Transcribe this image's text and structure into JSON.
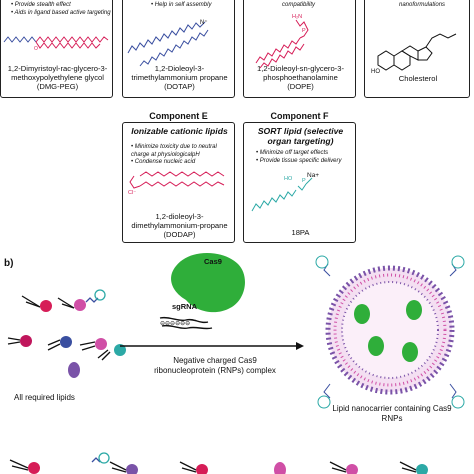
{
  "panel_a": {
    "box1": {
      "bullets": [
        "Provide stealth effect",
        "Aids in  ligand based active targeting"
      ],
      "name": "1,2-Dimyristoyl-rac-glycero-3-methoxypolyethylene glycol",
      "abbr": "(DMG-PEG)"
    },
    "box2": {
      "bullets": [
        "Help in self assembly"
      ],
      "name": "1,2-Dioleoyl-3-trimethylammonium propane",
      "abbr": "(DOTAP)"
    },
    "box3": {
      "bullets": [
        "compatibility"
      ],
      "name": "1,2-Dioleoyl-sn-glycero-3-phosphoethanolamine",
      "abbr": "(DOPE)"
    },
    "box4": {
      "bullets": [
        "nanoformulations"
      ],
      "name": "Cholesterol"
    },
    "compE": {
      "header": "Component E",
      "subtitle": "Ionizable cationic lipids",
      "bullets": [
        "Minimize toxicity due to neutral charge at physiologicalpH",
        "Condense nucleic acid"
      ],
      "name": "1,2-dioleoyl-3-dimethylammonium-propane",
      "abbr": "(DODAP)"
    },
    "compF": {
      "header": "Component F",
      "subtitle": "SORT lipid (selective organ targeting)",
      "bullets": [
        "Minimize off target effects",
        "Provide tissue specific delivery"
      ],
      "chem": "Na+",
      "name": "18PA"
    }
  },
  "panel_b": {
    "label": "b)",
    "lipids_label": "All required lipids",
    "cas9_label": "Cas9",
    "sgrna_label": "sgRNA",
    "complex_label": "Negative charged Cas9 ribonucleoprotein (RNPs) complex",
    "carrier_label": "Lipid nanocarrier containing Cas9 RNPs"
  },
  "colors": {
    "red_lipid": "#d61d57",
    "teal": "#2ca9a6",
    "purple": "#7a53a8",
    "blue": "#3a4fa0",
    "green": "#2fae3a",
    "pink": "#d04fa6"
  }
}
